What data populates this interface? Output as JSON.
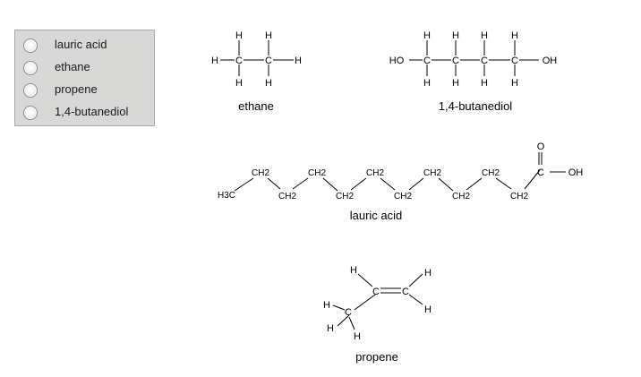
{
  "options": [
    {
      "label": "lauric acid"
    },
    {
      "label": "ethane"
    },
    {
      "label": "propene"
    },
    {
      "label": "1,4-butanediol"
    }
  ],
  "structures": {
    "ethane": {
      "name": "ethane"
    },
    "butanediol": {
      "name": "1,4-butanediol",
      "ho": "HO",
      "oh": "OH"
    },
    "lauric_acid": {
      "name": "lauric acid",
      "h3c": "H3C",
      "ch2": "CH2",
      "o": "O",
      "oh": "OH"
    },
    "propene": {
      "name": "propene"
    }
  },
  "atoms": {
    "h": "H",
    "c": "C"
  }
}
